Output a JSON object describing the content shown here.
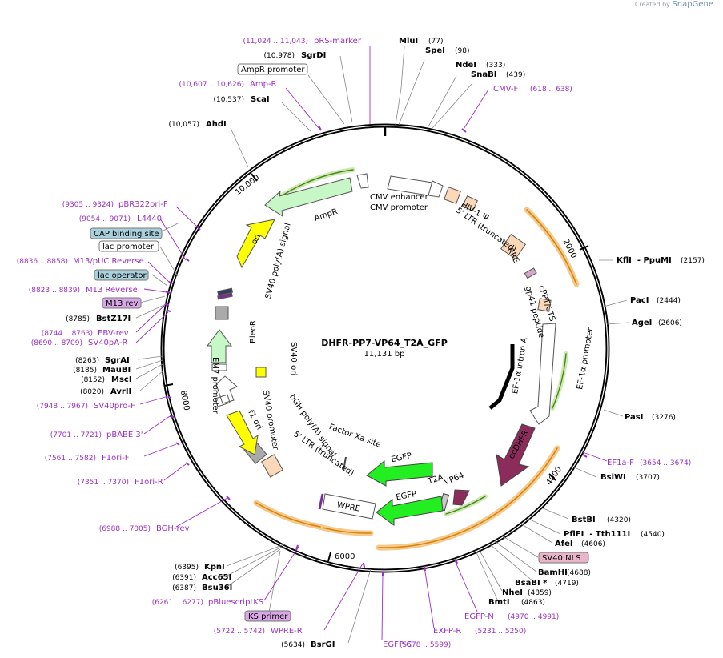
{
  "watermark": {
    "created_by": "Created by",
    "brand": "SnapGene"
  },
  "plasmid": {
    "name": "DHFR-PP7-VP64_T2A_GFP",
    "length": "11,131 bp"
  },
  "ticks": [
    "2000",
    "4000",
    "6000",
    "8000",
    "10,000"
  ],
  "sites_right": [
    {
      "name": "MluI",
      "pos": "(77)"
    },
    {
      "name": "SpeI",
      "pos": "(98)"
    },
    {
      "name": "NdeI",
      "pos": "(333)"
    },
    {
      "name": "SnaBI",
      "pos": "(439)"
    },
    {
      "name": "KflI  - PpuMI",
      "pos": "(2157)"
    },
    {
      "name": "PacI",
      "pos": "(2444)"
    },
    {
      "name": "AgeI",
      "pos": "(2606)"
    },
    {
      "name": "PasI",
      "pos": "(3276)"
    },
    {
      "name": "BsiWI",
      "pos": "(3707)"
    },
    {
      "name": "BstBI",
      "pos": "(4320)"
    },
    {
      "name": "PflFI  - Tth111I",
      "pos": "(4540)"
    },
    {
      "name": "AfeI",
      "pos": "(4606)"
    },
    {
      "name": "BamHI",
      "pos": "(4688)"
    },
    {
      "name": "BsaBI *",
      "pos": "(4719)"
    },
    {
      "name": "NheI",
      "pos": "(4859)"
    },
    {
      "name": "BmtI",
      "pos": "(4863)"
    }
  ],
  "sites_left": [
    {
      "name": "SgrDI",
      "pos": "(10,978)"
    },
    {
      "name": "ScaI",
      "pos": "(10,537)"
    },
    {
      "name": "AhdI",
      "pos": "(10,057)"
    },
    {
      "name": "BstZ17I",
      "pos": "(8785)"
    },
    {
      "name": "SgrAI",
      "pos": "(8263)"
    },
    {
      "name": "MauBI",
      "pos": "(8185)"
    },
    {
      "name": "MscI",
      "pos": "(8152)"
    },
    {
      "name": "AvrII",
      "pos": "(8020)"
    },
    {
      "name": "KpnI",
      "pos": "(6395)"
    },
    {
      "name": "Acc65I",
      "pos": "(6391)"
    },
    {
      "name": "Bsu36I",
      "pos": "(6387)"
    },
    {
      "name": "BsrGI",
      "pos": "(5634)"
    }
  ],
  "primers": [
    {
      "name": "pRS-marker",
      "pos": "(11,024 .. 11,043)"
    },
    {
      "name": "Amp-R",
      "pos": "(10,607 .. 10,626)"
    },
    {
      "name": "CMV-F",
      "pos": "(618 .. 638)"
    },
    {
      "name": "pBR322ori-F",
      "pos": "(9305 .. 9324)"
    },
    {
      "name": "L4440",
      "pos": "(9054 .. 9071)"
    },
    {
      "name": "M13/pUC Reverse",
      "pos": "(8836 .. 8858)"
    },
    {
      "name": "M13 Reverse",
      "pos": "(8823 .. 8839)"
    },
    {
      "name": "EBV-rev",
      "pos": "(8744 .. 8763)"
    },
    {
      "name": "SV40pA-R",
      "pos": "(8690 .. 8709)"
    },
    {
      "name": "SV40pro-F",
      "pos": "(7948 .. 7967)"
    },
    {
      "name": "pBABE 3'",
      "pos": "(7701 .. 7721)"
    },
    {
      "name": "F1ori-F",
      "pos": "(7561 .. 7582)"
    },
    {
      "name": "F1ori-R",
      "pos": "(7351 .. 7370)"
    },
    {
      "name": "BGH-rev",
      "pos": "(6988 .. 7005)"
    },
    {
      "name": "pBluescriptKS",
      "pos": "(6261 .. 6277)"
    },
    {
      "name": "WPRE-R",
      "pos": "(5722 .. 5742)"
    },
    {
      "name": "EGFP-C",
      "pos": ""
    },
    {
      "name": "EXFP-R",
      "pos": "(5578 .. 5599)"
    },
    {
      "name": "EGFP-N",
      "pos": "(4970 .. 4991)"
    },
    {
      "name": "EF1a-F",
      "pos": "(3654 .. 3674)"
    },
    {
      "name": "",
      "pos": "(5231 .. 5250)"
    }
  ],
  "boxed_features": [
    {
      "name": "AmpR promoter",
      "color": "#ffffff"
    },
    {
      "name": "CAP binding site",
      "color": "#a9d0dc"
    },
    {
      "name": "lac promoter",
      "color": "#ffffff"
    },
    {
      "name": "lac operator",
      "color": "#a9d0dc"
    },
    {
      "name": "M13 rev",
      "color": "#d9a6e6"
    },
    {
      "name": "SV40 NLS",
      "color": "#e8b6c8"
    },
    {
      "name": "KS primer",
      "color": "#d9a6e6"
    }
  ],
  "inner_labels": [
    {
      "name": "CMV enhancer"
    },
    {
      "name": "CMV promoter"
    },
    {
      "name": "AmpR"
    },
    {
      "name": "ori"
    },
    {
      "name": "SV40 poly(A) signal"
    },
    {
      "name": "HIV-1 Ψ"
    },
    {
      "name": "5' LTR (truncated)"
    },
    {
      "name": "RRE"
    },
    {
      "name": "cPPT/CTS"
    },
    {
      "name": "gp41 peptide"
    },
    {
      "name": "EF-1α intron A"
    },
    {
      "name": "EF-1α promoter"
    },
    {
      "name": "ecDHFR"
    },
    {
      "name": "BleoR"
    },
    {
      "name": "EM7 promoter"
    },
    {
      "name": "SV40 promoter"
    },
    {
      "name": "SV40 ori"
    },
    {
      "name": "f1 ori"
    },
    {
      "name": "bGH poly(A) signal"
    },
    {
      "name": "5' LTR (truncated)"
    },
    {
      "name": "Factor Xa site"
    },
    {
      "name": "EGFP"
    },
    {
      "name": "EGFP"
    },
    {
      "name": "T2A"
    },
    {
      "name": "VP64"
    },
    {
      "name": "WPRE"
    }
  ],
  "colors": {
    "primer": "#9b2fc4",
    "ampr": "#c7f7c7",
    "ori": "#ffff00",
    "egfp": "#22ee22",
    "dhfr": "#8b2c5a",
    "ltr": "#fbd9b8",
    "orf_orange": "#f0a020"
  }
}
